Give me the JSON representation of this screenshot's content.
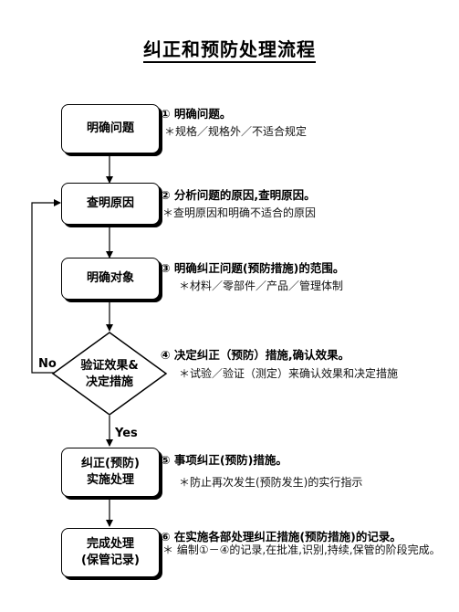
{
  "title": "纠正和预防处理流程",
  "nodes": {
    "n1": "明确问题",
    "n2": "查明原因",
    "n3": "明确对象",
    "decision_line1": "验证效果&",
    "decision_line2": "决定措施",
    "n5_line1": "纠正(预防)",
    "n5_line2": "实施处理",
    "n6_line1": "完成处理",
    "n6_line2": "(保管记录)"
  },
  "labels": {
    "no": "No",
    "yes": "Yes"
  },
  "steps": [
    {
      "head": "①  明确问题。",
      "note": "＊规格／规格外／不适合规定"
    },
    {
      "head": "②  分析问题的原因,查明原因。",
      "note": "＊查明原因和明确不适合的原因"
    },
    {
      "head": "③  明确纠正问题(预防措施)的范围。",
      "note": "＊材料／零部件／产品／管理体制"
    },
    {
      "head": "④  决定纠正（预防）措施,确认效果。",
      "note": "＊试验／验证（测定）来确认效果和决定措施"
    },
    {
      "head": "⑤  事项纠正(预防)措施。",
      "note": "＊防止再次发生(预防发生)的实行指示"
    },
    {
      "head": "⑥  在实施各部处理纠正措施(预防措施)的记录。",
      "note": "＊  编制①－④的记录,在批准,识别,持续,保管的阶段完成。"
    }
  ]
}
